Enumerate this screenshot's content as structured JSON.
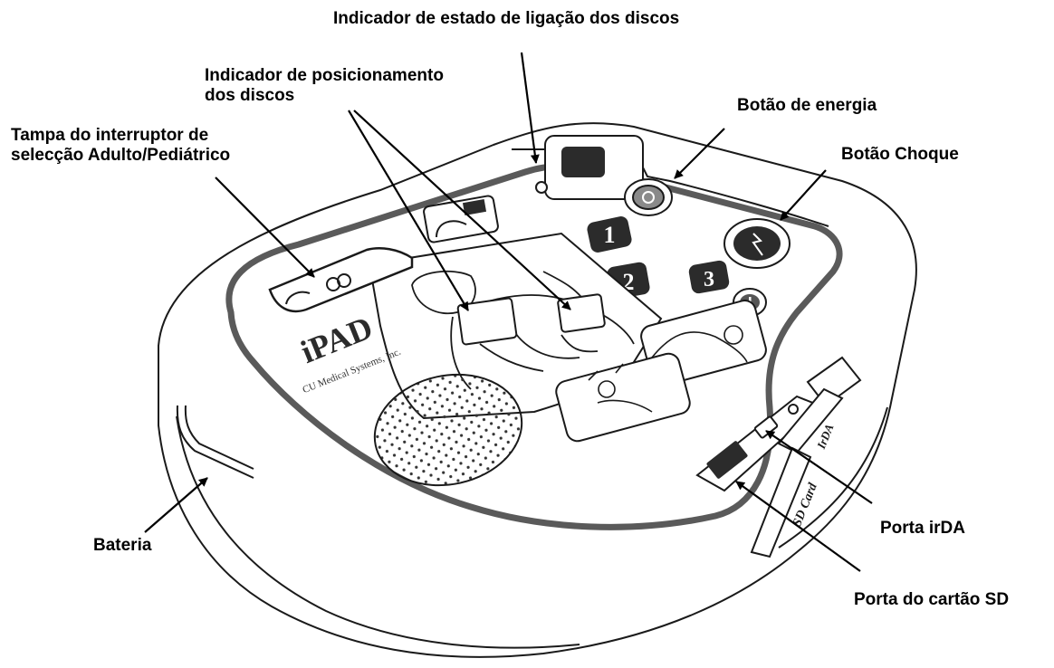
{
  "labels": {
    "pad_status": "Indicador de estado de ligação dos discos",
    "pad_position_1": "Indicador de posicionamento",
    "pad_position_2": "dos discos",
    "power_button": "Botão de energia",
    "switch_cover_1": "Tampa do interruptor de",
    "switch_cover_2": "selecção Adulto/Pediátrico",
    "shock_button": "Botão Choque",
    "battery": "Bateria",
    "irda_port": "Porta irDA",
    "sd_port": "Porta do cartão SD"
  },
  "device": {
    "brand": "iPAD",
    "maker": "CU Medical Systems, Inc.",
    "step_1": "1",
    "step_2": "2",
    "step_3": "3",
    "sd_card_text": "SD Card",
    "irda_text": "IrDA"
  },
  "colors": {
    "outline": "#1a1a1a",
    "panel_gray": "#5a5a5a",
    "badge_dark": "#2b2b2b"
  }
}
